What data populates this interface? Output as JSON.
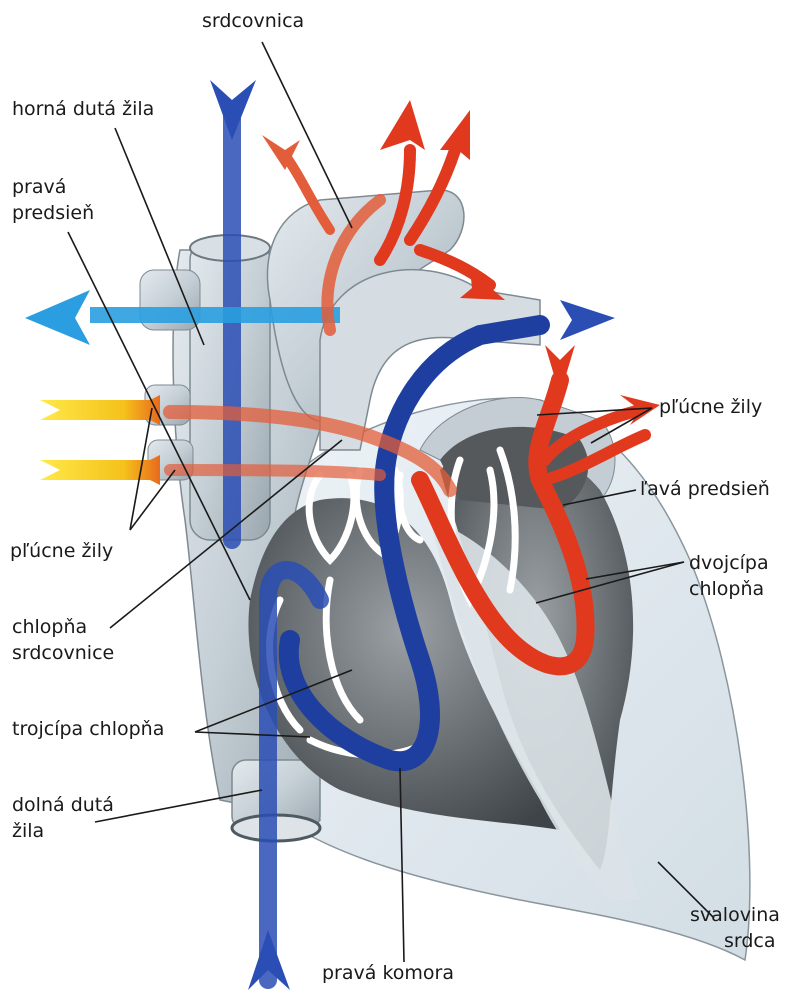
{
  "labels": {
    "srdcovnica": "srdcovnica",
    "horna_duta_zila": "horná dutá žila",
    "prava_predsien_1": "pravá",
    "prava_predsien_2": "predsieň",
    "plucne_zily_left": "pľúcne žily",
    "chlopna_srdcovnice_1": "chlopňa",
    "chlopna_srdcovnice_2": "srdcovnice",
    "trojcipa_chlopna": "trojcípa chlopňa",
    "dolna_duta_zila_1": "dolná dutá",
    "dolna_duta_zila_2": "žila",
    "prava_komora": "pravá komora",
    "plucne_zily_right": "pľúcne žily",
    "lava_predsien": "ľavá predsieň",
    "dvojcipa_chlopna_1": "dvojcípa",
    "dvojcipa_chlopna_2": "chlopňa",
    "svalovina_srdca_1": "svalovina",
    "svalovina_srdca_2": "srdca"
  },
  "colors": {
    "deoxygenated": "#1f3fa0",
    "oxygenated": "#e0391e",
    "light_blue_arrow": "#2a9ee0",
    "yellow_arrow": "#f5d21a",
    "heart_tissue": "#c9d2d8",
    "chamber_dark": "#5d6266",
    "leader_line": "#1a1a1a"
  }
}
